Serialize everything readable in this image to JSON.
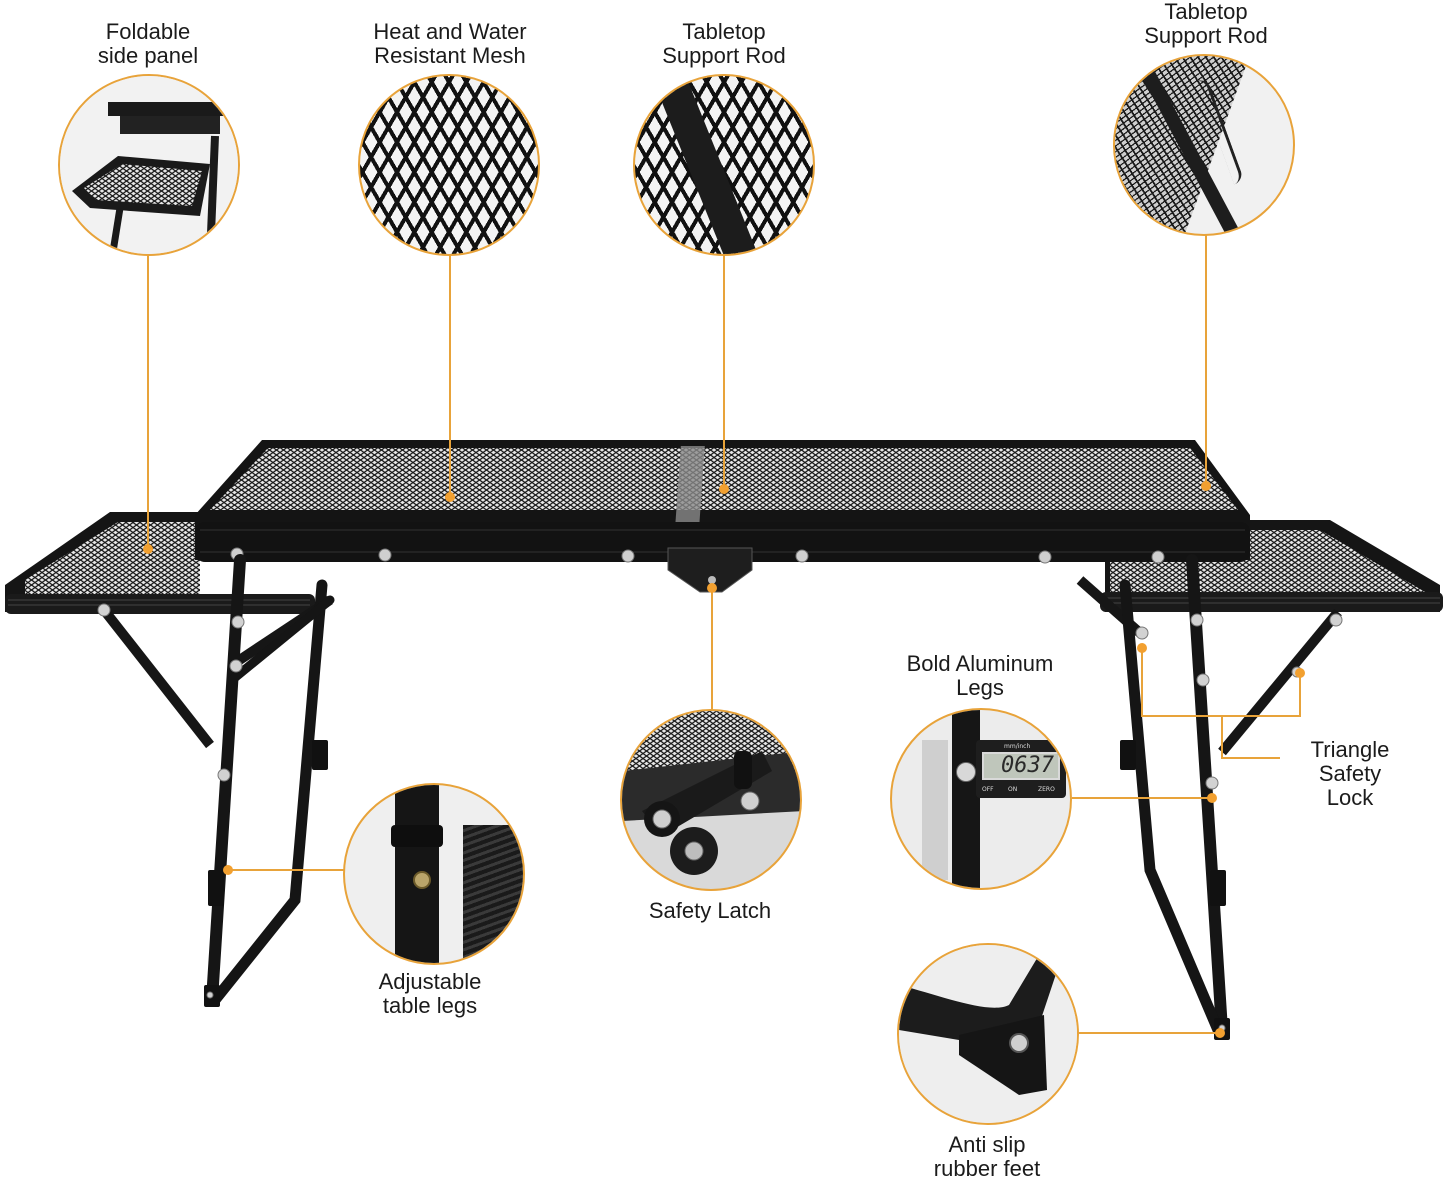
{
  "infographic": {
    "subject": "Folding mesh camping table with side panels",
    "accent_color": "#e8a33a",
    "callouts": [
      {
        "id": "foldable-side-panel",
        "label": "Foldable\nside panel",
        "position": "top-left"
      },
      {
        "id": "mesh",
        "label": "Heat and Water\nResistant Mesh",
        "position": "top"
      },
      {
        "id": "support-rod-center",
        "label": "Tabletop\nSupport Rod",
        "position": "top-center"
      },
      {
        "id": "support-rod-right",
        "label": "Tabletop\nSupport Rod",
        "position": "top-right"
      },
      {
        "id": "aluminum-legs",
        "label": "Bold Aluminum\nLegs",
        "position": "right-middle"
      },
      {
        "id": "triangle-lock",
        "label": "Triangle\nSafety Lock",
        "position": "right"
      },
      {
        "id": "safety-latch",
        "label": "Safety Latch",
        "position": "center-bottom"
      },
      {
        "id": "adjustable-legs",
        "label": "Adjustable\ntable legs",
        "position": "bottom-left"
      },
      {
        "id": "rubber-feet",
        "label": "Anti slip\nrubber feet",
        "position": "bottom-right"
      }
    ],
    "caliper": {
      "reading": "0637",
      "unit_label": "mm/inch",
      "off_label": "OFF",
      "on_label": "ON",
      "zero_label": "ZERO"
    }
  }
}
